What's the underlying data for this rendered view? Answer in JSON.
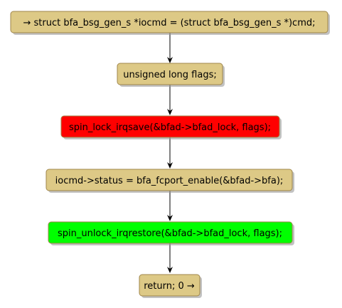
{
  "colors": {
    "node_default": "#DDC986",
    "node_lock": "#FF0000",
    "node_unlock": "#00FF00",
    "border": "#A0864B",
    "shadow": "#9A9A9A",
    "arrow": "#000000"
  },
  "nodes": [
    {
      "id": "n1",
      "label": "→ struct bfa_bsg_gen_s *iocmd = (struct bfa_bsg_gen_s *)cmd;",
      "kind": "default"
    },
    {
      "id": "n2",
      "label": "unsigned long flags;",
      "kind": "default"
    },
    {
      "id": "n3",
      "label": "spin_lock_irqsave(&bfad->bfad_lock, flags);",
      "kind": "lock"
    },
    {
      "id": "n4",
      "label": "iocmd->status = bfa_fcport_enable(&bfad->bfa);",
      "kind": "default"
    },
    {
      "id": "n5",
      "label": "spin_unlock_irqrestore(&bfad->bfad_lock, flags);",
      "kind": "unlock"
    },
    {
      "id": "n6",
      "label": "return; 0 →",
      "kind": "default"
    }
  ]
}
